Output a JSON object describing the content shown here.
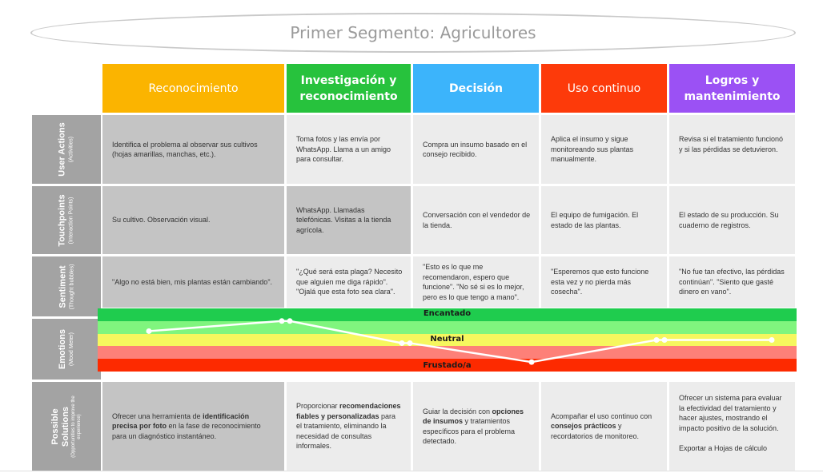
{
  "title": "Primer Segmento: Agricultores",
  "stages": [
    {
      "label": "Reconocimiento",
      "color": "#FBB400"
    },
    {
      "label": "Investigación  y reconocimiento",
      "color": "#27C23D"
    },
    {
      "label": "Decisión",
      "color": "#3CB4FB"
    },
    {
      "label": "Uso continuo",
      "color": "#FD3A0A"
    },
    {
      "label": "Logros y mantenimiento",
      "color": "#9B51F4"
    }
  ],
  "rows": {
    "user_actions": {
      "label": "User Actions",
      "sub": "(Activities)"
    },
    "touchpoints": {
      "label": "Touchpoints",
      "sub": "(Interaction Points)"
    },
    "sentiment": {
      "label": "Sentiment",
      "sub": "(Thought bubbles)"
    },
    "emotions": {
      "label": "Emotions",
      "sub": "(Mood Meter)"
    },
    "solutions": {
      "label": "Possible Solutions",
      "sub": "(Opportunities to improve the experience)"
    }
  },
  "user_actions": [
    "Identifica el problema al observar sus cultivos (hojas amarillas, manchas, etc.).",
    "Toma fotos y las envía por WhatsApp. Llama a un amigo para consultar.",
    "Compra un insumo basado en el consejo recibido.",
    "Aplica el insumo y sigue monitoreando sus plantas manualmente.",
    "Revisa si el tratamiento funcionó y si las pérdidas se detuvieron."
  ],
  "touchpoints": [
    "Su cultivo. Observación visual.",
    "WhatsApp. Llamadas telefónicas. Visitas a la tienda agrícola.",
    "Conversación con el vendedor de la tienda.",
    "El equipo de fumigación. El estado de las plantas.",
    "El estado de su producción. Su cuaderno de registros."
  ],
  "sentiment": [
    "\"Algo no está bien, mis plantas están cambiando\".",
    "\"¿Qué será esta plaga? Necesito que alguien me diga rápido\". \"Ojalá que esta foto sea clara\".",
    "\"Esto es lo que me recomendaron, espero que funcione\". \"No sé si es lo mejor, pero es lo que tengo a mano\".",
    "\"Esperemos que esto funcione esta vez y no pierda más cosecha\".",
    "\"No fue tan efectivo, las pérdidas continúan\". \"Siento que gasté dinero en vano\"."
  ],
  "emotion_levels": {
    "top": "Encantado",
    "middle": "Neutral",
    "bottom": "Frustado/a",
    "colors": [
      "#1FCC4E",
      "#80F57E",
      "#F6F75E",
      "#FD8078",
      "#FD2A00"
    ]
  },
  "mood_points": [
    0.36,
    0.2,
    0.2,
    0.55,
    0.55,
    0.85,
    0.5,
    0.5,
    0.5
  ],
  "solutions": [
    {
      "pre": "Ofrecer una herramienta de ",
      "bold": "identificación precisa por foto",
      "post": " en la fase de reconocimiento para un diagnóstico instantáneo."
    },
    {
      "pre": "Proporcionar ",
      "bold": "recomendaciones fiables y personalizadas",
      "post": " para el tratamiento, eliminando la necesidad de consultas informales."
    },
    {
      "pre": "Guiar la decisión con ",
      "bold": "opciones de insumos",
      "post": " y tratamientos específicos para el problema detectado."
    },
    {
      "pre": "Acompañar el uso continuo con ",
      "bold": "consejos prácticos",
      "post": " y recordatorios de monitoreo."
    },
    {
      "pre": "Ofrecer un sistema para evaluar la efectividad del tratamiento y hacer ajustes, mostrando el impacto positivo de la solución.",
      "bold": "",
      "post": "",
      "extra": "Exportar a Hojas de cálculo"
    }
  ]
}
